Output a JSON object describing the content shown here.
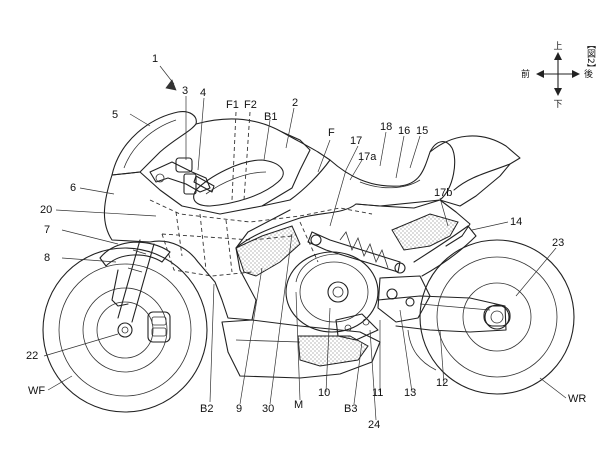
{
  "figure": {
    "number_label": "【図2】"
  },
  "compass": {
    "up": "上",
    "down": "下",
    "front": "前",
    "rear": "後"
  },
  "labels": {
    "l1": "1",
    "l2": "2",
    "l3": "3",
    "l4": "4",
    "l5": "5",
    "l6": "6",
    "l7": "7",
    "l8": "8",
    "l9": "9",
    "l10": "10",
    "l11": "11",
    "l12": "12",
    "l13": "13",
    "l14": "14",
    "l15": "15",
    "l16": "16",
    "l17": "17",
    "l17a": "17a",
    "l17b": "17b",
    "l18": "18",
    "l20": "20",
    "l22": "22",
    "l23": "23",
    "l24": "24",
    "l30": "30",
    "lF": "F",
    "lF1": "F1",
    "lF2": "F2",
    "lB1": "B1",
    "lB2": "B2",
    "lB3": "B3",
    "lM": "M",
    "lWF": "WF",
    "lWR": "WR"
  }
}
